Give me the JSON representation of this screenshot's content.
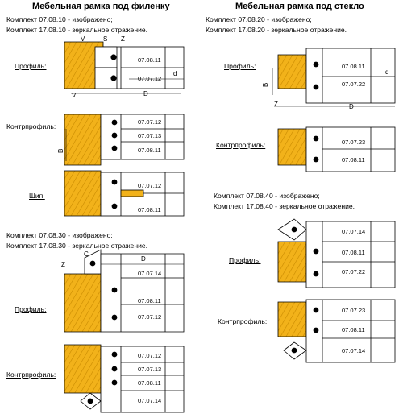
{
  "left": {
    "title": "Мебельная рамка под филенку",
    "kit1": {
      "line1": "Комплект  07.08.10 - изображено;",
      "line2": "Комплект  17.08.10 - зеркальное отражение."
    },
    "kit2": {
      "line1": "Комплект  07.08.30 - изображено;",
      "line2": "Комплект  17.08.30 - зеркальное отражение."
    },
    "labels": {
      "profile1": "Профиль:",
      "counter1": "Контрпрофиль:",
      "tenon": "Шип:",
      "profile2": "Профиль:",
      "counter2": "Контрпрофиль:"
    },
    "dims": {
      "V": "V",
      "S": "S",
      "Z": "Z",
      "D": "D",
      "d": "d",
      "B": "B",
      "C": "C"
    },
    "codes": {
      "p1_top": "07.08.11",
      "p1_bot": "07.07.12",
      "c1_top": "07.07.12",
      "c1_mid": "07.07.13",
      "c1_bot": "07.08.11",
      "t_top": "07.07.12",
      "t_bot": "07.08.11",
      "p2_a": "07.07.14",
      "p2_b": "07.08.11",
      "p2_c": "07.07.12",
      "c2_a": "07.07.12",
      "c2_b": "07.07.13",
      "c2_c": "07.08.11",
      "c2_d": "07.07.14"
    }
  },
  "right": {
    "title": "Мебельная рамка под стекло",
    "kit1": {
      "line1": "Комплект  07.08.20 - изображено;",
      "line2": "Комплект  17.08.20 - зеркальное отражение."
    },
    "kit2": {
      "line1": "Комплект  07.08.40 - изображено;",
      "line2": "Комплект  17.08.40 - зеркальное отражение."
    },
    "labels": {
      "profile1": "Профиль:",
      "counter1": "Контрпрофиль:",
      "profile2": "Профиль:",
      "counter2": "Контрпрофиль:"
    },
    "dims": {
      "B": "B",
      "Z": "Z",
      "D": "D",
      "d": "d"
    },
    "codes": {
      "p1_top": "07.08.11",
      "p1_bot": "07.07.22",
      "c1_top": "07.07.23",
      "c1_bot": "07.08.11",
      "p2_a": "07.07.14",
      "p2_b": "07.08.11",
      "p2_c": "07.07.22",
      "c2_a": "07.07.23",
      "c2_b": "07.08.11",
      "c2_c": "07.07.14"
    }
  },
  "colors": {
    "wood": "#f2b21a",
    "wood_dark": "#c98a00",
    "steel": "#ffffff",
    "steel_shade": "#d8d8d8",
    "line": "#000000"
  }
}
